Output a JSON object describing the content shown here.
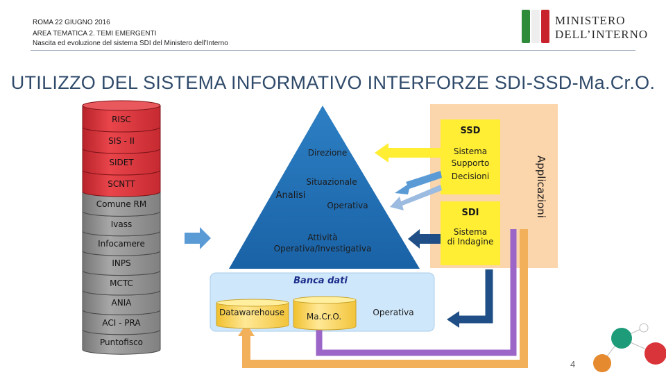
{
  "header": {
    "date": "ROMA 22 GIUGNO 2016",
    "area": "AREA TEMATICA 2. TEMI EMERGENTI",
    "subtitle": "Nascita ed evoluzione del sistema SDI del Ministero dell’Interno"
  },
  "logo": {
    "line1": "MINISTERO",
    "line2": "DELL’INTERNO"
  },
  "title": "UTILIZZO DEL SISTEMA INFORMATIVO INTERFORZE SDI-SSD-Ma.Cr.O.",
  "stack_red": [
    "RISC",
    "SIS - II",
    "SIDET",
    "SCNTT"
  ],
  "stack_grey": [
    "Comune RM",
    "Ivass",
    "Infocamere",
    "INPS",
    "MCTC",
    "ANIA",
    "ACI - PRA",
    "Puntofisco"
  ],
  "pyramid": {
    "levels": [
      "Direzione",
      "Situazionale",
      "Analisi",
      "Operativa"
    ],
    "base_line1": "Attività",
    "base_line2": "Operativa/Investigativa"
  },
  "panel": {
    "ssd_title": "SSD",
    "ssd_desc": [
      "Sistema",
      "Supporto",
      "Decisioni"
    ],
    "sdi_title": "SDI",
    "sdi_desc": [
      "Sistema",
      "di Indagine"
    ],
    "side_label": "Applicazioni"
  },
  "database": {
    "title": "Banca dati",
    "items": [
      "Datawarehouse",
      "Ma.Cr.O.",
      "Operativa"
    ]
  },
  "page_number": "4",
  "colors": {
    "red": "#d9343a",
    "grey": "#8c8c8c",
    "pyramid": "#1f6fb5",
    "yellow": "#ffee33",
    "peach": "#fbd5ac",
    "lightblue": "#cfe7fb",
    "orange": "#f2b05a"
  }
}
